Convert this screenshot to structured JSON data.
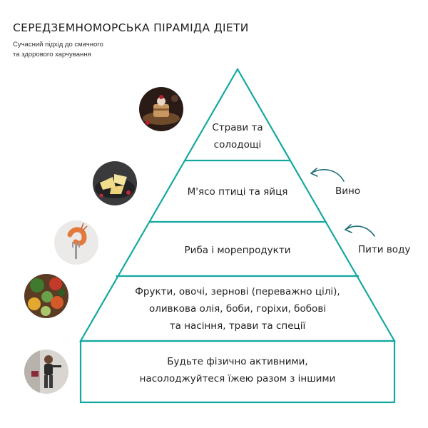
{
  "header": {
    "title": "СЕРЕДЗЕМНОМОРСЬКА ПІРАМІДА ДІЕТИ",
    "subtitle_line1": "Сучасний підхід до смачного",
    "subtitle_line2": "та здорового харчування"
  },
  "levels": [
    {
      "lines": [
        "Страви та",
        "солодощі"
      ],
      "photo_icon": "dessert-icon"
    },
    {
      "lines": [
        "М'ясо птиці та яйця"
      ],
      "photo_icon": "cheese-icon"
    },
    {
      "lines": [
        "Риба і морепродукти"
      ],
      "photo_icon": "shrimp-icon"
    },
    {
      "lines": [
        "Фрукти, овочі, зернові (переважно цілі),",
        "оливкова олія, боби, горіхи, бобові",
        "та насіння, трави та спеції"
      ],
      "photo_icon": "vegetables-icon"
    },
    {
      "lines": [
        "Будьте фізично активними,",
        "насолоджуйтеся їжею разом з іншими"
      ],
      "photo_icon": "exercise-icon"
    }
  ],
  "side_notes": {
    "wine": "Вино",
    "water": "Пити воду"
  },
  "colors": {
    "outline": "#14a9a0",
    "arrow": "#1f6f78"
  }
}
